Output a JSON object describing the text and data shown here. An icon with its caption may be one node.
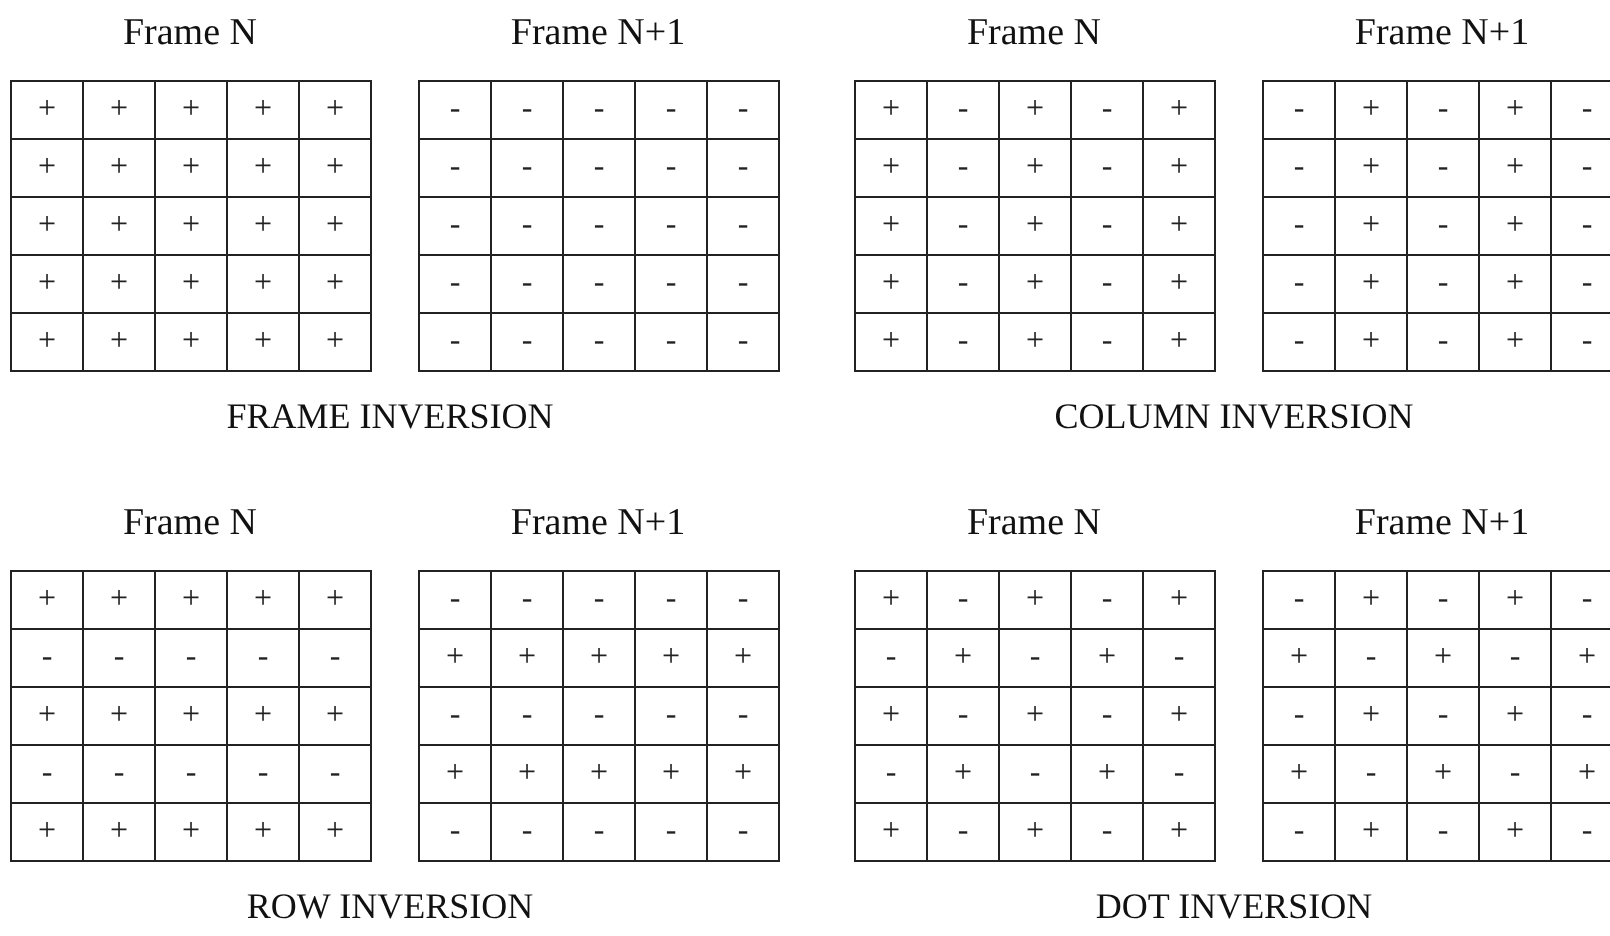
{
  "diagram": {
    "labels": [
      "Frame N",
      "+",
      "+",
      "+",
      "+",
      "+",
      "+",
      "+",
      "+",
      "+",
      "+",
      "+",
      "+",
      "+",
      "+",
      "+",
      "+",
      "+",
      "+",
      "+",
      "+",
      "+",
      "+",
      "+",
      "+",
      "+",
      "Frame N+1",
      "-",
      "-",
      "-",
      "-",
      "-",
      "-",
      "-",
      "-",
      "-",
      "-",
      "-",
      "-",
      "-",
      "-",
      "-",
      "-",
      "-",
      "-",
      "-",
      "-",
      "-",
      "-",
      "-",
      "-",
      "-",
      "FRAME INVERSION",
      "Frame N",
      "+",
      "-",
      "+",
      "-",
      "+",
      "+",
      "-",
      "+",
      "-",
      "+",
      "+",
      "-",
      "+",
      "-",
      "+",
      "+",
      "-",
      "+",
      "-",
      "+",
      "+",
      "-",
      "+",
      "-",
      "+",
      "Frame N+1",
      "-",
      "+",
      "-",
      "+",
      "-",
      "-",
      "+",
      "-",
      "+",
      "-",
      "-",
      "+",
      "-",
      "+",
      "-",
      "-",
      "+",
      "-",
      "+",
      "-",
      "-",
      "+",
      "-",
      "+",
      "-",
      "COLUMN INVERSION",
      "Frame N",
      "+",
      "+",
      "+",
      "+",
      "+",
      "-",
      "-",
      "-",
      "-",
      "-",
      "+",
      "+",
      "+",
      "+",
      "+",
      "-",
      "-",
      "-",
      "-",
      "-",
      "+",
      "+",
      "+",
      "+",
      "+",
      "Frame N+1",
      "-",
      "-",
      "-",
      "-",
      "-",
      "+",
      "+",
      "+",
      "+",
      "+",
      "-",
      "-",
      "-",
      "-",
      "-",
      "+",
      "+",
      "+",
      "+",
      "+",
      "-",
      "-",
      "-",
      "-",
      "-",
      "ROW INVERSION",
      "Frame N",
      "+",
      "-",
      "+",
      "-",
      "+",
      "-",
      "+",
      "-",
      "+",
      "-",
      "+",
      "-",
      "+",
      "-",
      "+",
      "-",
      "+",
      "-",
      "+",
      "-",
      "+",
      "-",
      "+",
      "-",
      "+",
      "Frame N+1",
      "-",
      "+",
      "-",
      "+",
      "-",
      "+",
      "-",
      "+",
      "-",
      "+",
      "-",
      "+",
      "-",
      "+",
      "-",
      "+",
      "-",
      "+",
      "-",
      "+",
      "-",
      "+",
      "-",
      "+",
      "-",
      "DOT INVERSION"
    ]
  }
}
